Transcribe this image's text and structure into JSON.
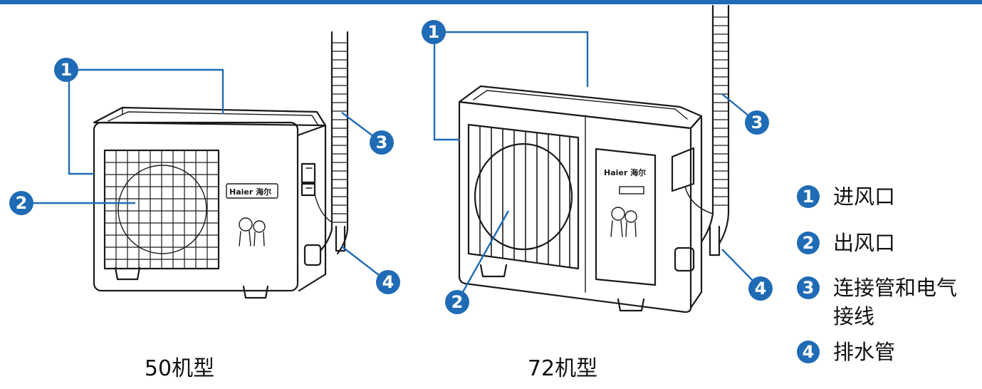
{
  "brand_label": "Haier 海尔",
  "models": [
    {
      "caption": "50机型",
      "callouts": [
        "1",
        "2",
        "3",
        "4"
      ]
    },
    {
      "caption": "72机型",
      "callouts": [
        "1",
        "2",
        "3",
        "4"
      ]
    }
  ],
  "legend": [
    {
      "num": "1",
      "lines": [
        "进风口"
      ]
    },
    {
      "num": "2",
      "lines": [
        "出风口"
      ]
    },
    {
      "num": "3",
      "lines": [
        "连接管和电气",
        "接线"
      ]
    },
    {
      "num": "4",
      "lines": [
        "排水管"
      ]
    }
  ],
  "colors": {
    "accent": "#1f6bb5",
    "outline": "#1a1a1a"
  }
}
